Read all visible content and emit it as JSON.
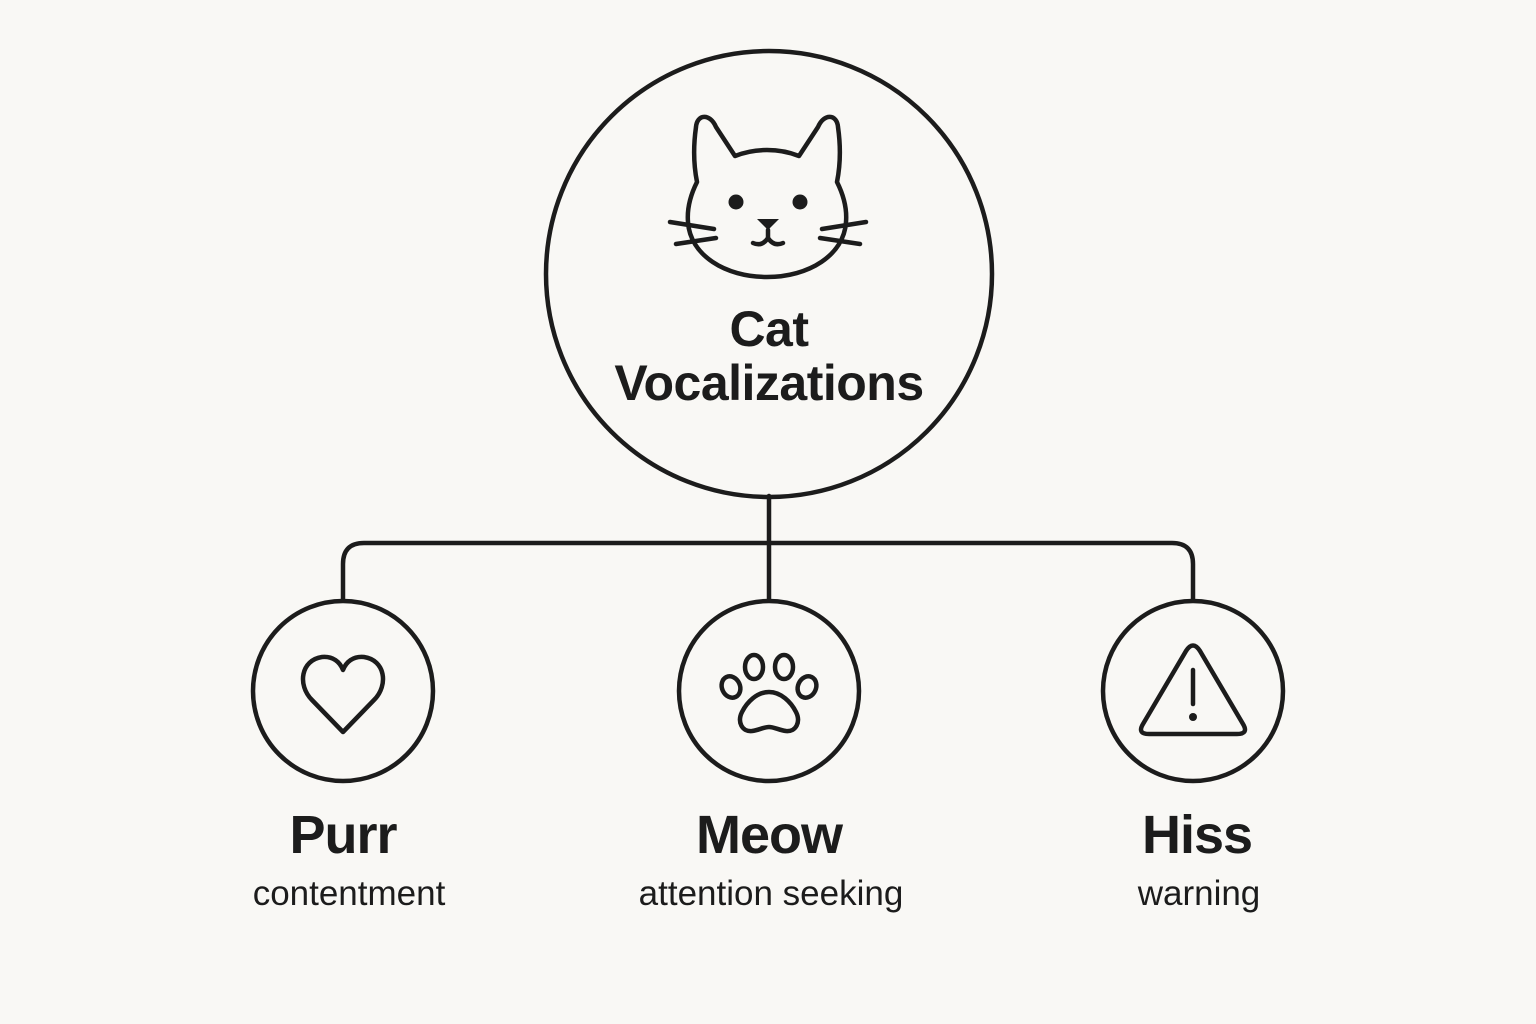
{
  "diagram": {
    "root": {
      "title_line1": "Cat",
      "title_line2": "Vocalizations",
      "icon": "cat-face-icon"
    },
    "children": [
      {
        "title": "Purr",
        "description": "contentment",
        "icon": "heart-icon"
      },
      {
        "title": "Meow",
        "description": "attention seeking",
        "icon": "paw-icon"
      },
      {
        "title": "Hiss",
        "description": "warning",
        "icon": "warning-triangle-icon"
      }
    ],
    "colors": {
      "background": "#f9f8f5",
      "stroke": "#1c1c1c"
    }
  }
}
